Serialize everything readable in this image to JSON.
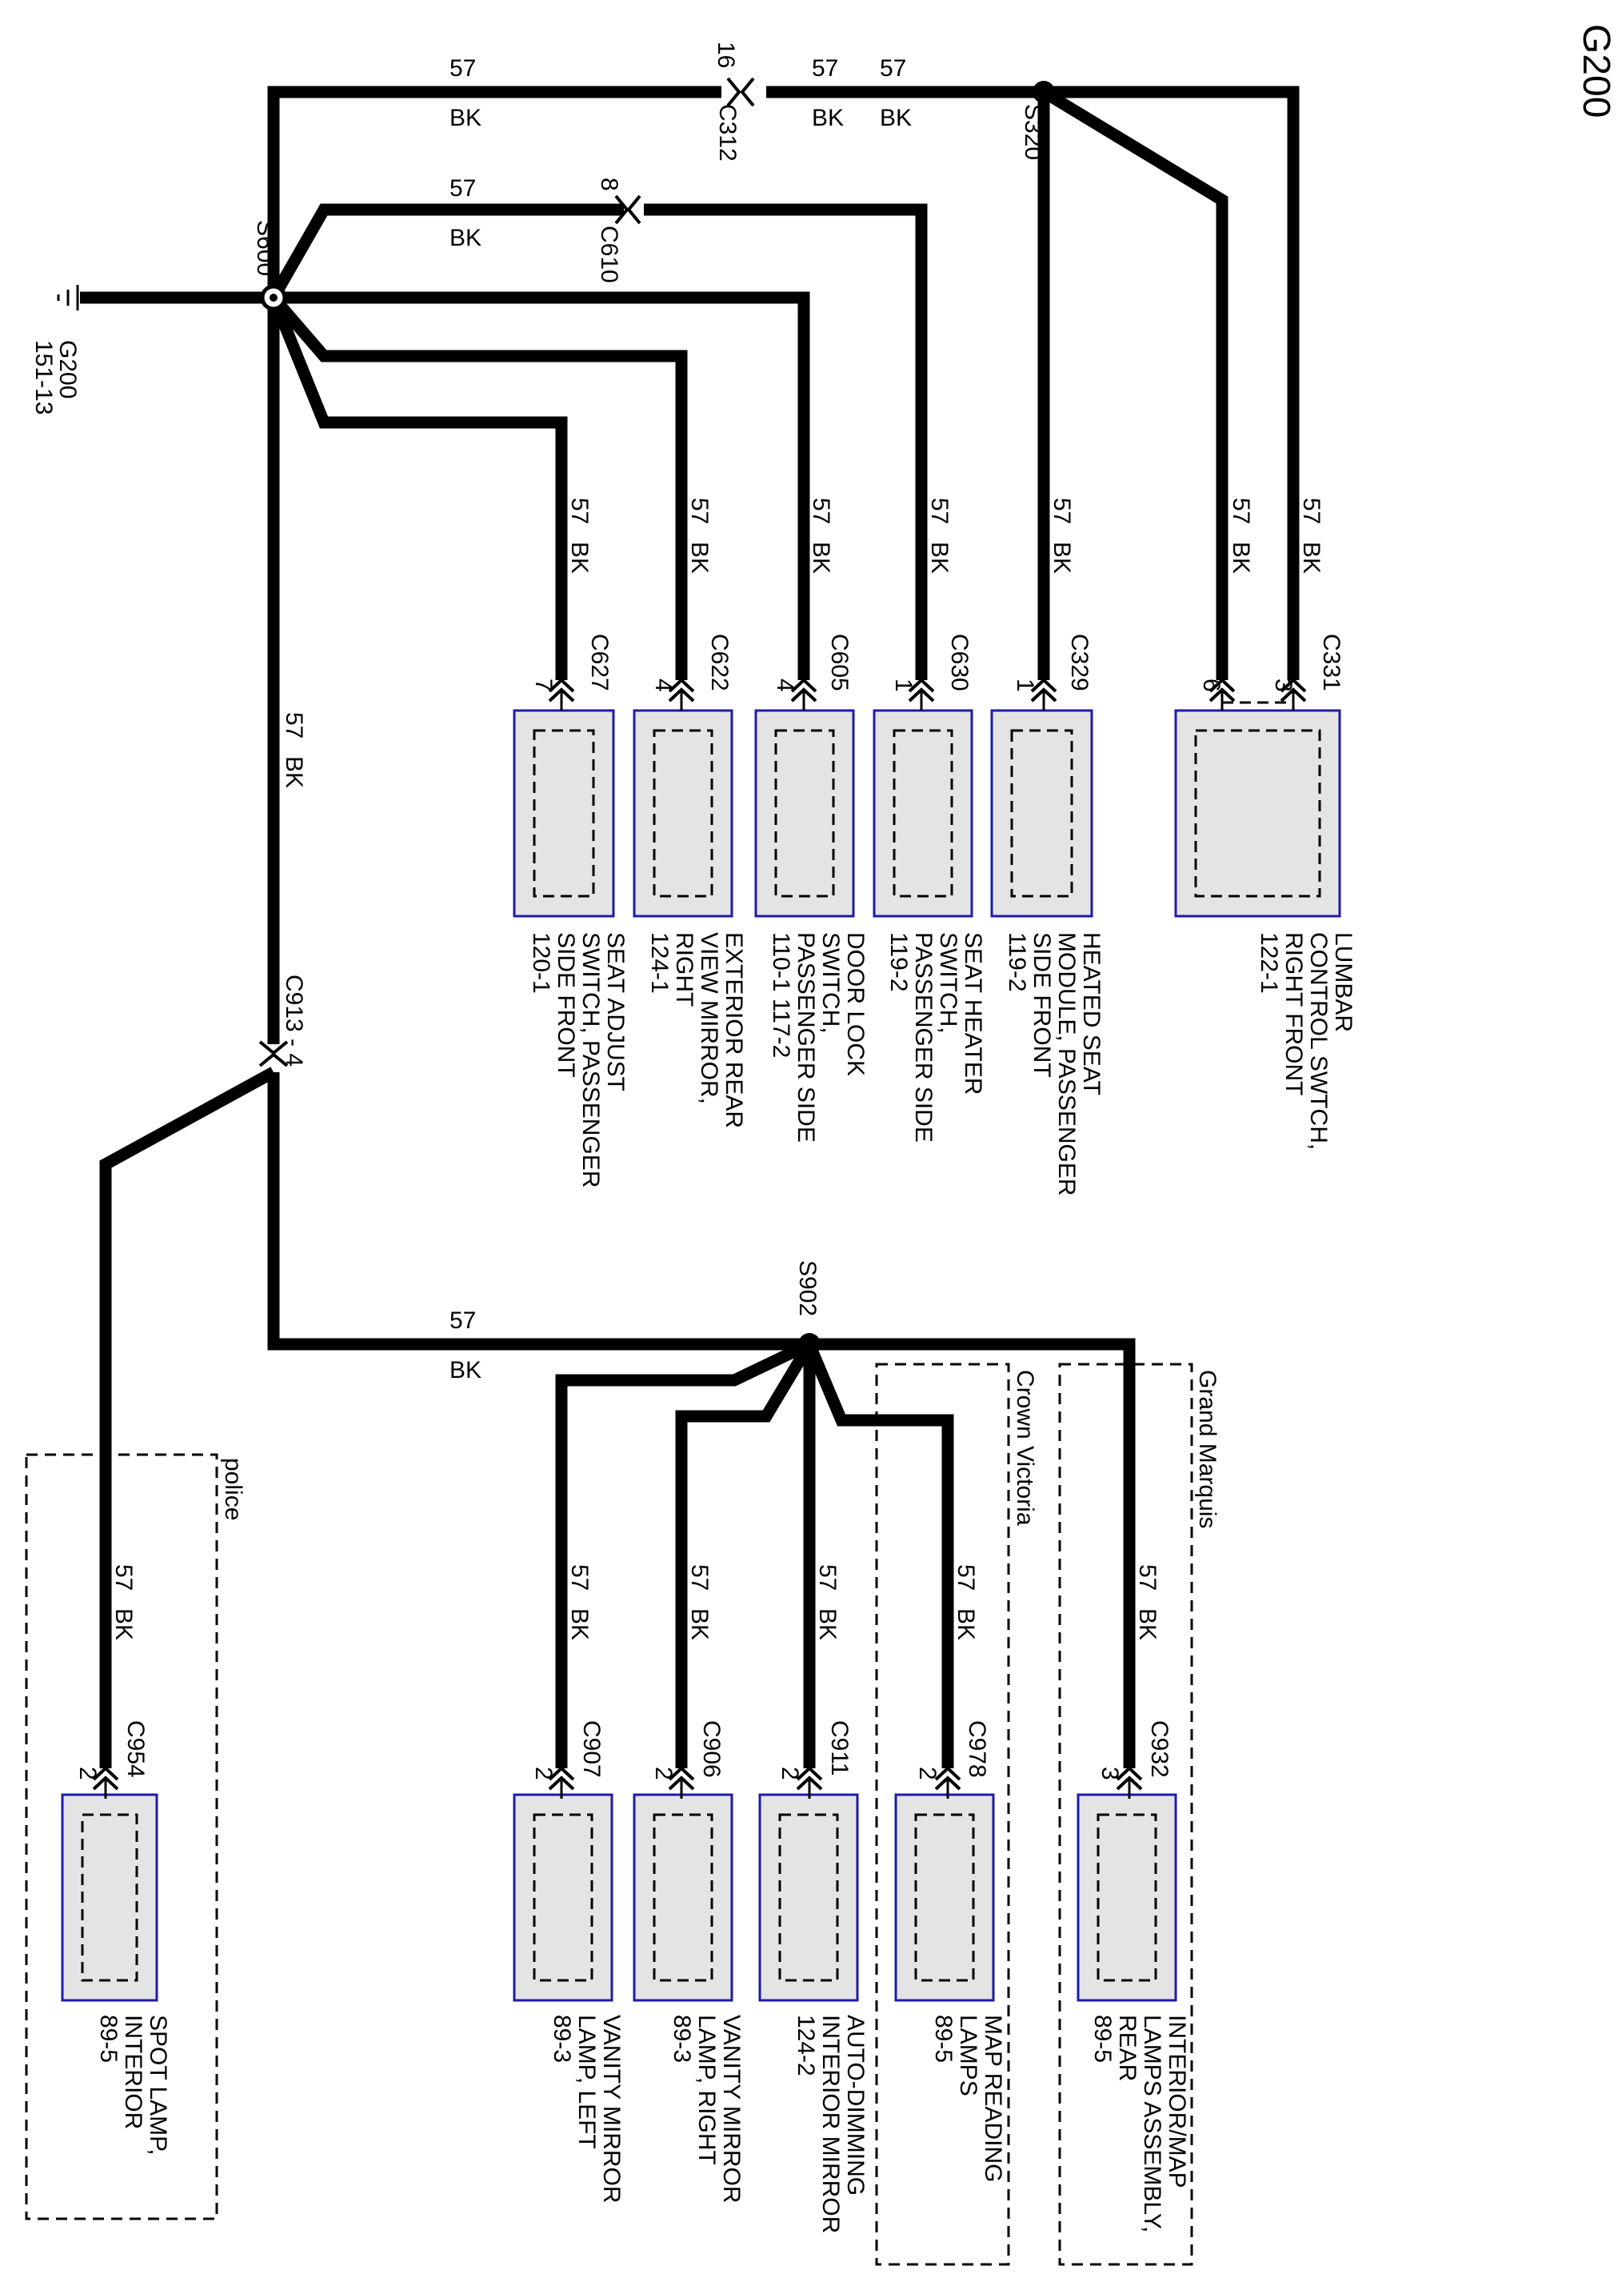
{
  "page": {
    "title": "G200"
  },
  "ground": {
    "id": "G200",
    "page_ref": "151-13"
  },
  "splices": [
    {
      "id": "S600"
    },
    {
      "id": "S320"
    },
    {
      "id": "S902"
    }
  ],
  "inline_connectors": [
    {
      "id": "C312",
      "pin": "16"
    },
    {
      "id": "C610",
      "pin": "8"
    },
    {
      "id": "C913",
      "pin": "4",
      "text": "C913 - 4"
    }
  ],
  "wire": {
    "circuit": "57",
    "color": "BK"
  },
  "components_upper": [
    {
      "key": "c331",
      "connector": "C331",
      "pins": [
        "6",
        "3"
      ],
      "lines": [
        "LUMBAR",
        "CONTROL SWTCH,",
        "RIGHT FRONT",
        "122-1"
      ]
    },
    {
      "key": "c329",
      "connector": "C329",
      "pins": [
        "1"
      ],
      "lines": [
        "HEATED SEAT",
        "MODULE, PASSENGER",
        "SIDE FRONT",
        "119-2"
      ]
    },
    {
      "key": "c630",
      "connector": "C630",
      "pins": [
        "1"
      ],
      "lines": [
        "SEAT HEATER",
        "SWITCH,",
        "PASSENGER SIDE",
        "119-2"
      ]
    },
    {
      "key": "c605",
      "connector": "C605",
      "pins": [
        "4"
      ],
      "lines": [
        "DOOR LOCK",
        "SWITCH,",
        "PASSENGER SIDE",
        "110-1      117-2"
      ]
    },
    {
      "key": "c622",
      "connector": "C622",
      "pins": [
        "4"
      ],
      "lines": [
        "EXTERIOR REAR",
        "VIEW MIRROR,",
        "RIGHT",
        "124-1"
      ]
    },
    {
      "key": "c627",
      "connector": "C627",
      "pins": [
        "7"
      ],
      "lines": [
        "SEAT ADJUST",
        "SWITCH, PASSENGER",
        "SIDE FRONT",
        "120-1"
      ]
    }
  ],
  "components_lower": [
    {
      "key": "c932",
      "connector": "C932",
      "pins": [
        "3"
      ],
      "lines": [
        "INTERIOR/MAP",
        "LAMPS ASSEMBLY,",
        "REAR",
        "89-5"
      ]
    },
    {
      "key": "c978",
      "connector": "C978",
      "pins": [
        "2"
      ],
      "lines": [
        "MAP READING",
        "LAMPS",
        "89-5"
      ]
    },
    {
      "key": "c911",
      "connector": "C911",
      "pins": [
        "2"
      ],
      "lines": [
        "AUTO-DIMMING",
        "INTERIOR MIRROR",
        "124-2"
      ]
    },
    {
      "key": "c906",
      "connector": "C906",
      "pins": [
        "2"
      ],
      "lines": [
        "VANITY MIRROR",
        "LAMP, RIGHT",
        "89-3"
      ]
    },
    {
      "key": "c907",
      "connector": "C907",
      "pins": [
        "2"
      ],
      "lines": [
        "VANITY MIRROR",
        "LAMP, LEFT",
        "89-3"
      ]
    },
    {
      "key": "c954",
      "connector": "C954",
      "pins": [
        "2"
      ],
      "lines": [
        "SPOT LAMP,",
        "INTERIOR",
        "89-5"
      ]
    }
  ],
  "option_regions": [
    {
      "key": "grand",
      "label": "Grand Marquis"
    },
    {
      "key": "crown",
      "label": "Crown Victoria"
    },
    {
      "key": "police",
      "label": "police"
    }
  ],
  "colors": {
    "wire": "#000000",
    "component_fill": "#e4e4e4",
    "component_border": "#1c1caa"
  }
}
